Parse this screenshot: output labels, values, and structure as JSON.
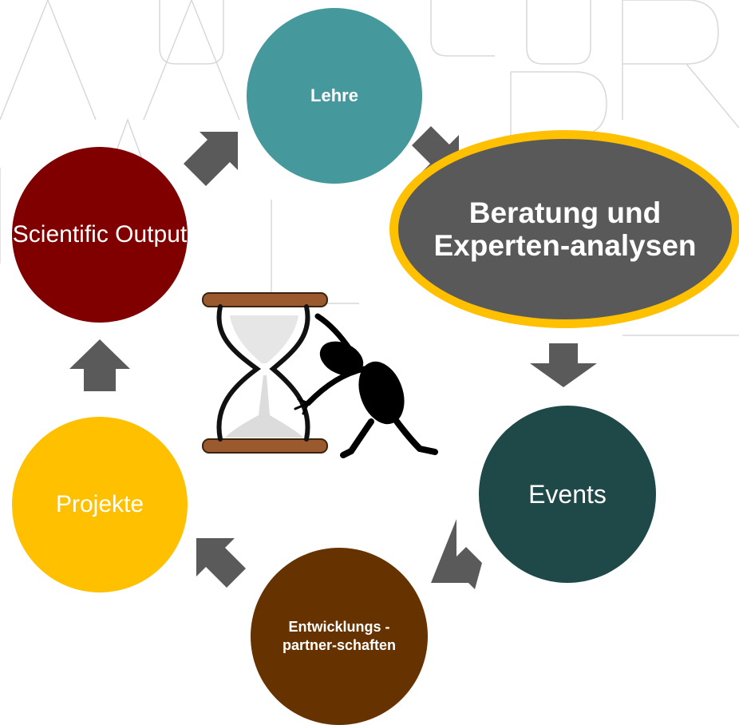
{
  "cycle": {
    "lehre": {
      "label": "Lehre",
      "color": "#45989B"
    },
    "beratung": {
      "label": "Beratung und Experten-analysen",
      "color": "#595959",
      "border_color": "#FFC000"
    },
    "events": {
      "label": "Events",
      "color": "#1F4848"
    },
    "entwicklungs": {
      "label": "Entwicklungs -partner-schaften",
      "color": "#663300"
    },
    "projekte": {
      "label": "Projekte",
      "color": "#FFC000"
    },
    "scientific_output": {
      "label": "Scientific Output",
      "color": "#800000"
    }
  },
  "arrow_color": "#5A5A5A",
  "illustration": {
    "name": "hourglass-figure-icon",
    "frame_color": "#9A5A2E"
  }
}
